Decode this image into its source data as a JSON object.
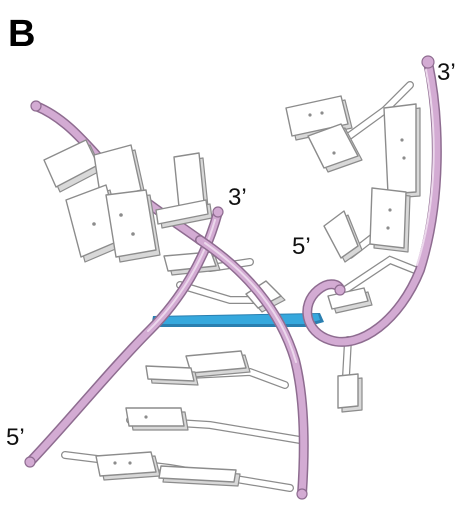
{
  "figure": {
    "panel_label": "B",
    "end_labels": {
      "right_strand_3prime": "3’",
      "left_hairpin_3prime": "3’",
      "inner_5prime": "5’",
      "left_5prime": "5’"
    }
  },
  "colors": {
    "backbone": "#d3abd3",
    "backbone_edge": "#8e6c90",
    "bases": "#ffffff",
    "base_edge": "#8c8c8c",
    "highlighted_base_pair": "#36a8dd"
  }
}
